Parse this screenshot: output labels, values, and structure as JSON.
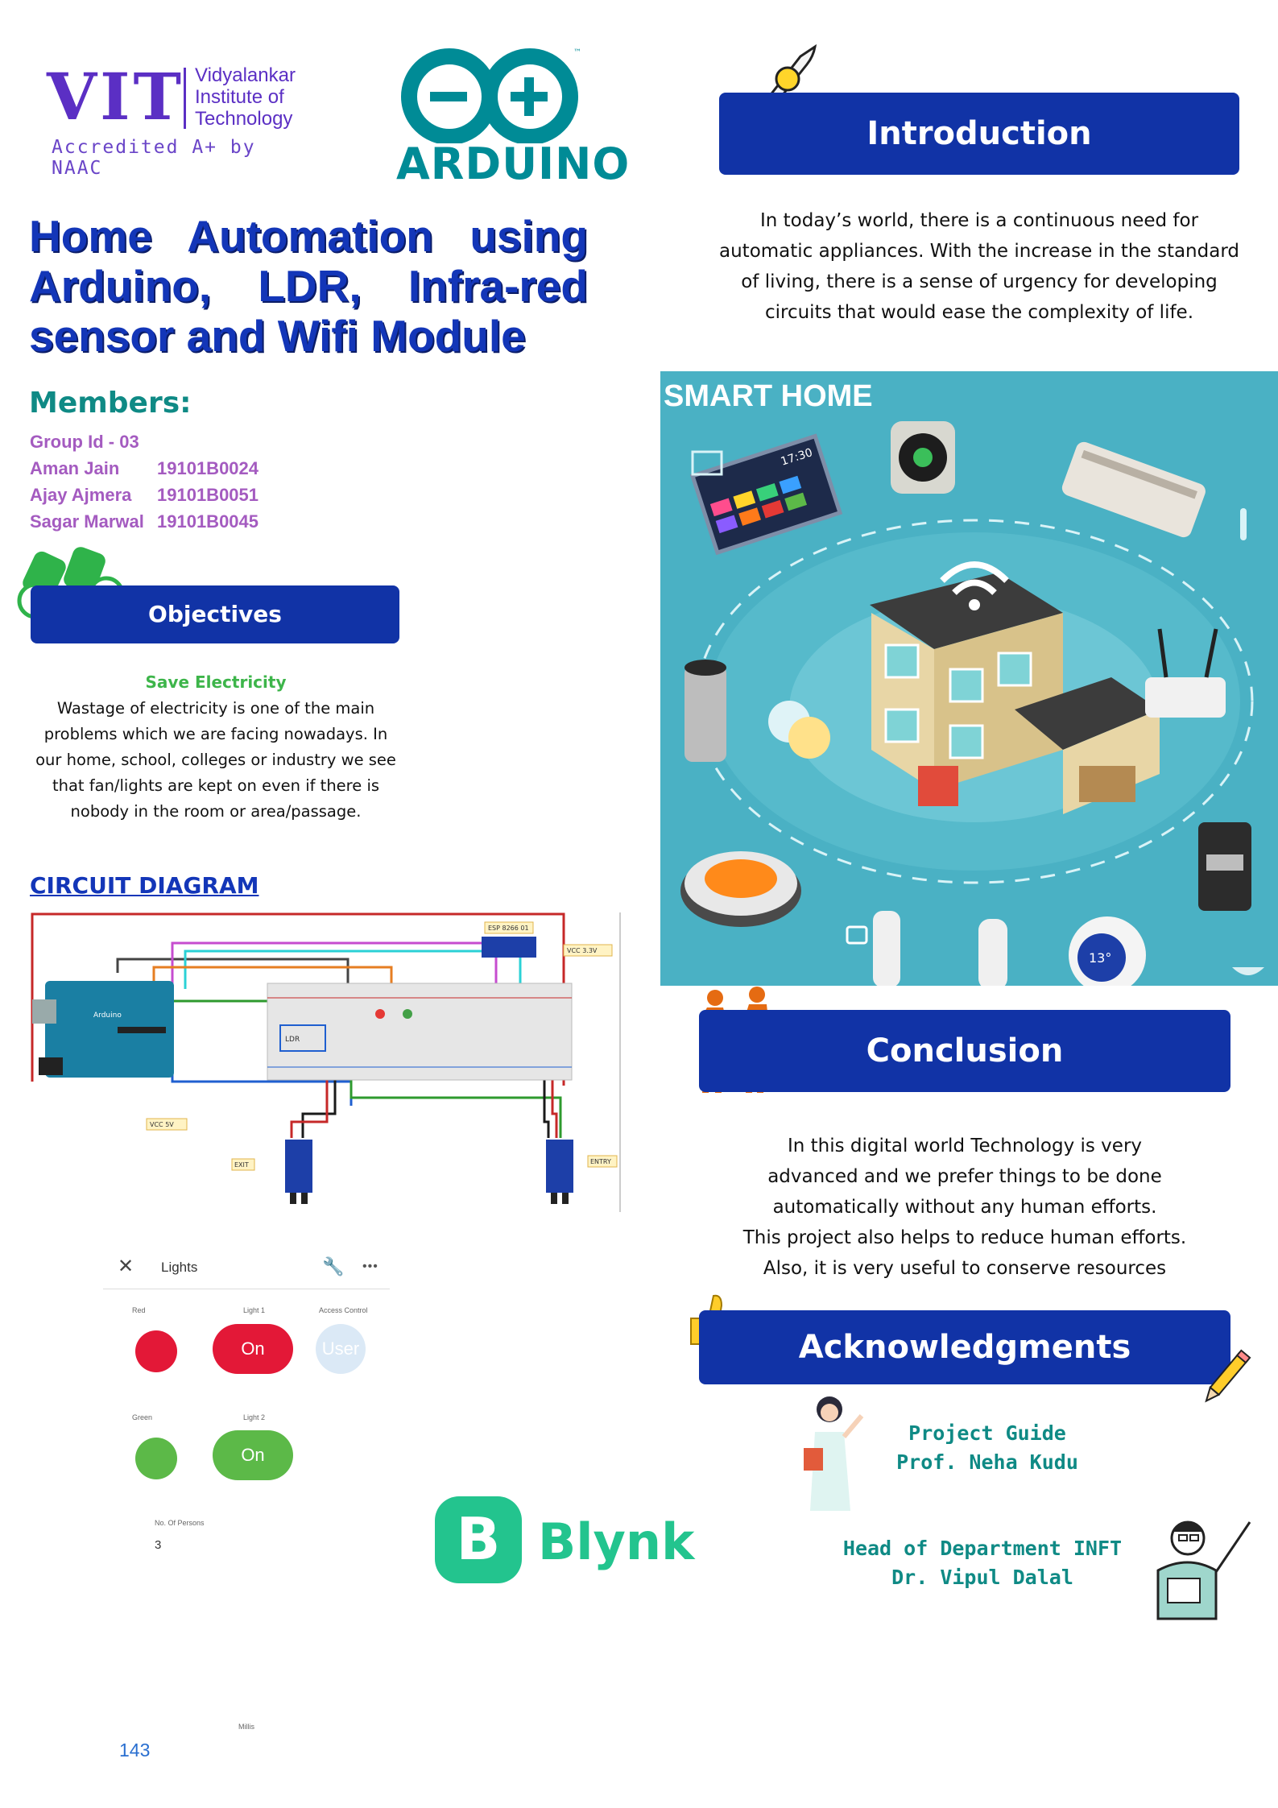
{
  "logos": {
    "vit_short": "VIT",
    "vit_name_lines": [
      "Vidyalankar",
      "Institute  of",
      "Technology"
    ],
    "vit_accreditation": "Accredited A+ by NAAC",
    "arduino": "ARDUINO",
    "blynk": "Blynk"
  },
  "title": "Home Automation using Arduino, LDR, Infra-red sensor and Wifi Module",
  "members": {
    "heading": "Members:",
    "group_id": "Group Id - 03",
    "list": [
      {
        "name": "Aman Jain",
        "id": "19101B0024"
      },
      {
        "name": "Ajay Ajmera",
        "id": "19101B0051"
      },
      {
        "name": "Sagar Marwal",
        "id": "19101B0045"
      }
    ]
  },
  "objectives": {
    "heading": "Objectives",
    "subheading": "Save Electricity",
    "text": "Wastage of electricity is one of the main problems which we are facing nowadays. In our home, school, colleges or industry we see that fan/lights are kept on even if there is nobody in the room or area/passage."
  },
  "circuit": {
    "heading": "CIRCUIT DIAGRAM",
    "labels": {
      "esp": "ESP 8266 01",
      "vcc33": "VCC 3.3V",
      "vcc5": "VCC 5V",
      "exit": "EXIT",
      "entry": "ENTRY",
      "ldr": "LDR"
    }
  },
  "blynk_app": {
    "title": "Lights",
    "red_label": "Red",
    "light1_label": "Light 1",
    "access_label": "Access Control",
    "light1_state": "On",
    "user_label": "User",
    "green_label": "Green",
    "light2_label": "Light 2",
    "light2_state": "On",
    "persons_label": "No. Of Persons",
    "persons_value": "3",
    "millis_label": "Millis",
    "millis_value": "143",
    "colors": {
      "red": "#e31837",
      "green": "#5cb948",
      "user": "#dbe9f6"
    }
  },
  "introduction": {
    "heading": "Introduction",
    "text": "In today’s world, there is a continuous need for automatic appliances. With the increase in the standard of living, there is a sense of urgency for developing circuits that would ease the complexity of life."
  },
  "smart_home": {
    "title": "SMART HOME",
    "clock": "17:30",
    "temp": "13°"
  },
  "conclusion": {
    "heading": "Conclusion",
    "lines": [
      "In this digital world Technology is very",
      "advanced and we prefer things to be done",
      "automatically without any human efforts.",
      "This project also helps to reduce human efforts.",
      "Also, it is very useful to conserve resources"
    ]
  },
  "acknowledgments": {
    "heading": "Acknowledgments",
    "guide_role": "Project Guide",
    "guide_name": "Prof. Neha Kudu",
    "hod_role": "Head of Department INFT",
    "hod_name": "Dr. Vipul Dalal"
  },
  "colors": {
    "section_bar": "#1133a6",
    "title_blue": "#1336b8",
    "teal": "#0f8a85",
    "purple": "#a45bc0",
    "green": "#3db54a",
    "smart_bg": "#4ab1c4"
  }
}
